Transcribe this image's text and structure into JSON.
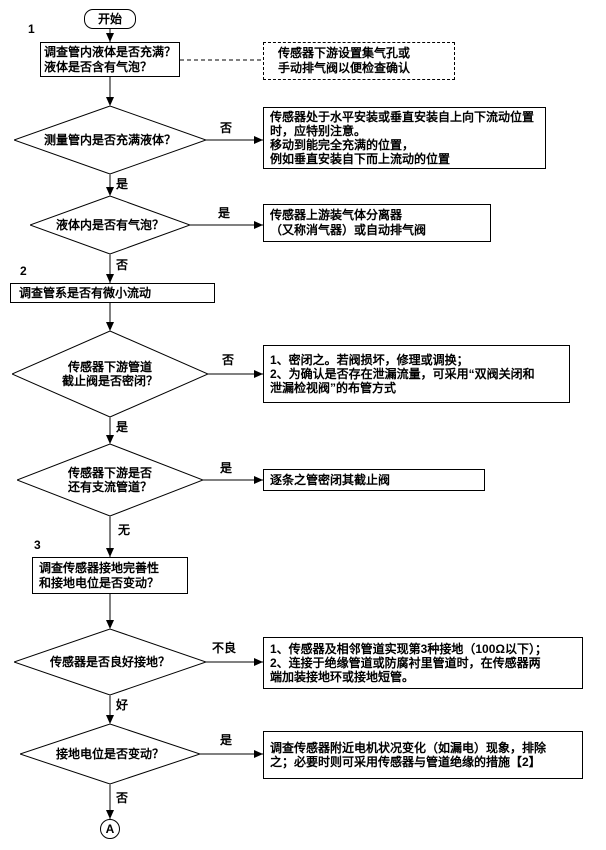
{
  "flowchart": {
    "start_label": "开始",
    "end_label": "A",
    "sec1": {
      "num": "1",
      "survey_box": "调查管内液体是否充满？\n液体是否含有气泡？",
      "note": "传感器下游设置集气孔或\n手动排气阀以便检查确认",
      "q_full": "测量管内是否充满液体？",
      "q_full_no": "否",
      "q_full_yes": "是",
      "a_full": "传感器处于水平安装或垂直安装自上向下流动位置\n时，应特别注意。\n移动到能完全充满的位置，\n例如垂直安装自下而上流动的位置",
      "q_bubble": "液体内是否有气泡？",
      "q_bubble_yes": "是",
      "q_bubble_no": "否",
      "a_bubble": "传感器上游装气体分离器\n（又称消气器）或自动排气阀"
    },
    "sec2": {
      "num": "2",
      "survey_box": "调查管系是否有微小流动",
      "q_valve": "传感器下游管道\n截止阀是否密闭？",
      "q_valve_no": "否",
      "q_valve_yes": "是",
      "a_valve": "1、密闭之。若阀损坏，修理或调换；\n2、为确认是否存在泄漏流量，可采用“双阀关闭和\n泄漏检视阀”的布管方式",
      "q_branch": "传感器下游是否\n还有支流管道？",
      "q_branch_yes": "是",
      "q_branch_none": "无",
      "a_branch": "逐条之管密闭其截止阀"
    },
    "sec3": {
      "num": "3",
      "survey_box": "调查传感器接地完善性\n和接地电位是否变动？",
      "q_ground": "传感器是否良好接地？",
      "q_ground_bad": "不良",
      "q_ground_good": "好",
      "a_ground": "1、传感器及相邻管道实现第3种接地（100Ω以下）；\n2、连接于绝缘管道或防腐衬里管道时，在传感器两\n端加装接地环或接地短管。",
      "q_potential": "接地电位是否变动？",
      "q_potential_yes": "是",
      "q_potential_no": "否",
      "a_potential": "调查传感器附近电机状况变化（如漏电）现象，排除\n之；必要时则可采用传感器与管道绝缘的措施【2】"
    }
  }
}
